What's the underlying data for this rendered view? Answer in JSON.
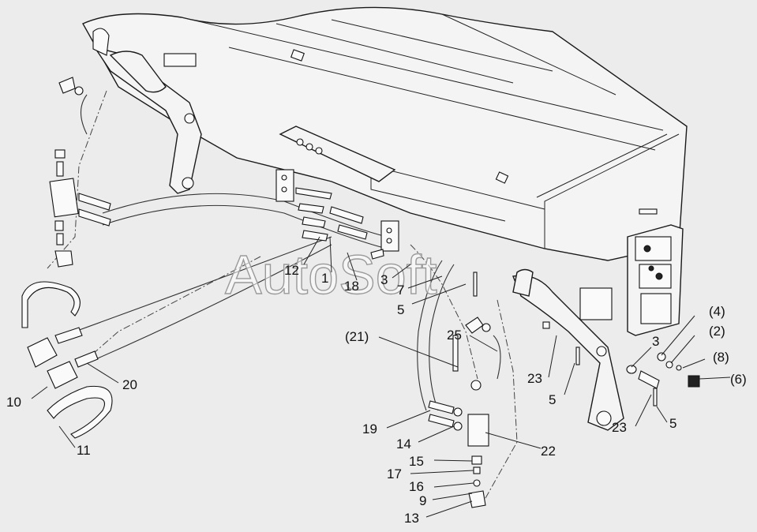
{
  "watermark": "AutoSoft",
  "callouts": {
    "c1": "1",
    "c3a": "3",
    "c3b": "3",
    "c5a": "5",
    "c5b": "5",
    "c5c": "5",
    "c7": "7",
    "c9": "9",
    "c10": "10",
    "c11": "11",
    "c12": "12",
    "c13": "13",
    "c14": "14",
    "c15": "15",
    "c16": "16",
    "c17": "17",
    "c18": "18",
    "c19": "19",
    "c20": "20",
    "c21": "(21)",
    "c22": "22",
    "c23a": "23",
    "c23b": "23",
    "c25": "25",
    "c4": "(4)",
    "c2": "(2)",
    "c8": "(8)",
    "c6": "(6)"
  }
}
